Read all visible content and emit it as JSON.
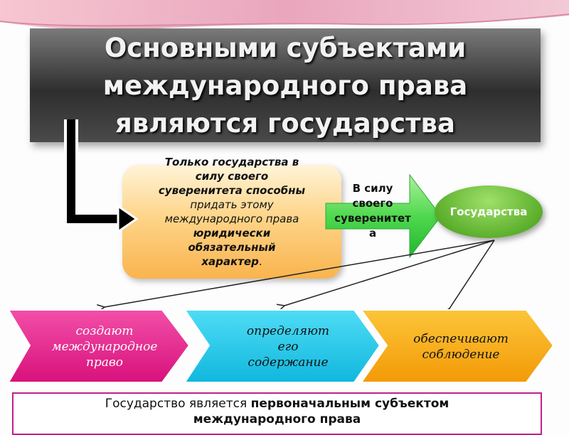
{
  "colors": {
    "title_bg": "#3a3a3a",
    "yellow_box": "#fed58a",
    "arrow": "#3fd24a",
    "ellipse": "#5caf2c",
    "chevron_pink": "#e61f8c",
    "chevron_cyan": "#1ec7e6",
    "chevron_orange": "#f8a60a",
    "note_border": "#c0208a"
  },
  "title": {
    "line1": "Основными субъектами",
    "line2": "международного права",
    "line3": "являются государства"
  },
  "sovereignty_box": {
    "line1": "Только государства в",
    "line2": "силу своего",
    "line3": "суверенитета способны",
    "line4": "придать этому",
    "line5": "международного права",
    "line6": "юридически",
    "line7": "обязательный",
    "line8": "характер",
    "line8_tail": "."
  },
  "arrow_label": {
    "line1": "В силу",
    "line2": "своего",
    "line3": "суверенитет",
    "line4": "а"
  },
  "states_label": "Государства",
  "chevrons": [
    {
      "line1": "создают",
      "line2": "международное",
      "line3": "право"
    },
    {
      "line1": "определяют",
      "line2": "его",
      "line3": "содержание"
    },
    {
      "line1": "обеспечивают",
      "line2": "соблюдение"
    }
  ],
  "note": {
    "prefix": "Государство является ",
    "bold1": "первоначальным субъектом",
    "bold2": "международного права"
  }
}
